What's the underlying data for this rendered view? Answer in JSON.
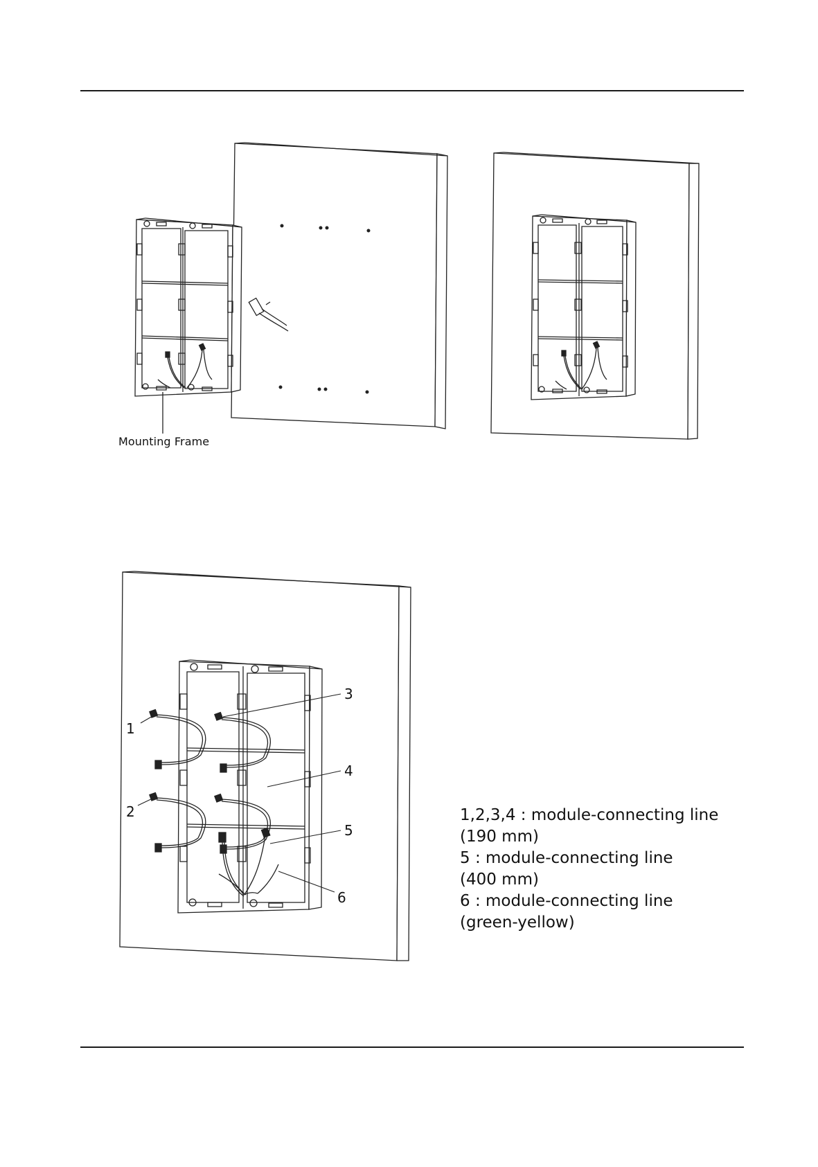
{
  "figure1": {
    "caption": "Mounting Frame"
  },
  "figure2": {
    "callouts": [
      "1",
      "2",
      "3",
      "4",
      "5",
      "6"
    ],
    "legend": [
      "1,2,3,4 : module-connecting line",
      "(190 mm)",
      "5 : module-connecting line",
      "(400 mm)",
      "6 : module-connecting line",
      "(green-yellow)"
    ]
  }
}
